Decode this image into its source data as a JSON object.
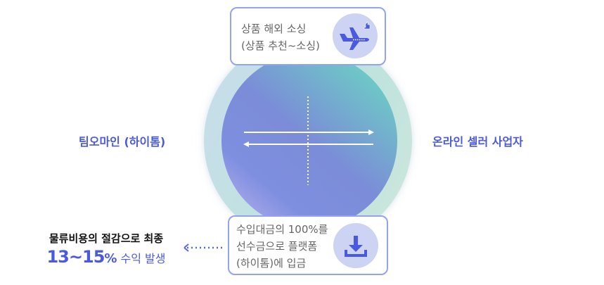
{
  "left_label": "팀오마인 (하이톰)",
  "right_label": "온라인 셀러 사업자",
  "top_box": {
    "line1": "상품 해외 소싱",
    "line2": "(상품 추천~소싱)",
    "icon": "airplane-thumbs-up-icon"
  },
  "bottom_box": {
    "line1": "수입대금의 100%를",
    "line2": "선수금으로 플랫폼",
    "line3": "(하이톰)에 입금",
    "icon": "download-icon"
  },
  "result": {
    "line1": "물류비용의 절감으로 최종",
    "highlight": "13~15",
    "percent": "%",
    "rest": " 수익 발생"
  },
  "colors": {
    "accent": "#4a5ae0",
    "border": "#93a2f2"
  }
}
